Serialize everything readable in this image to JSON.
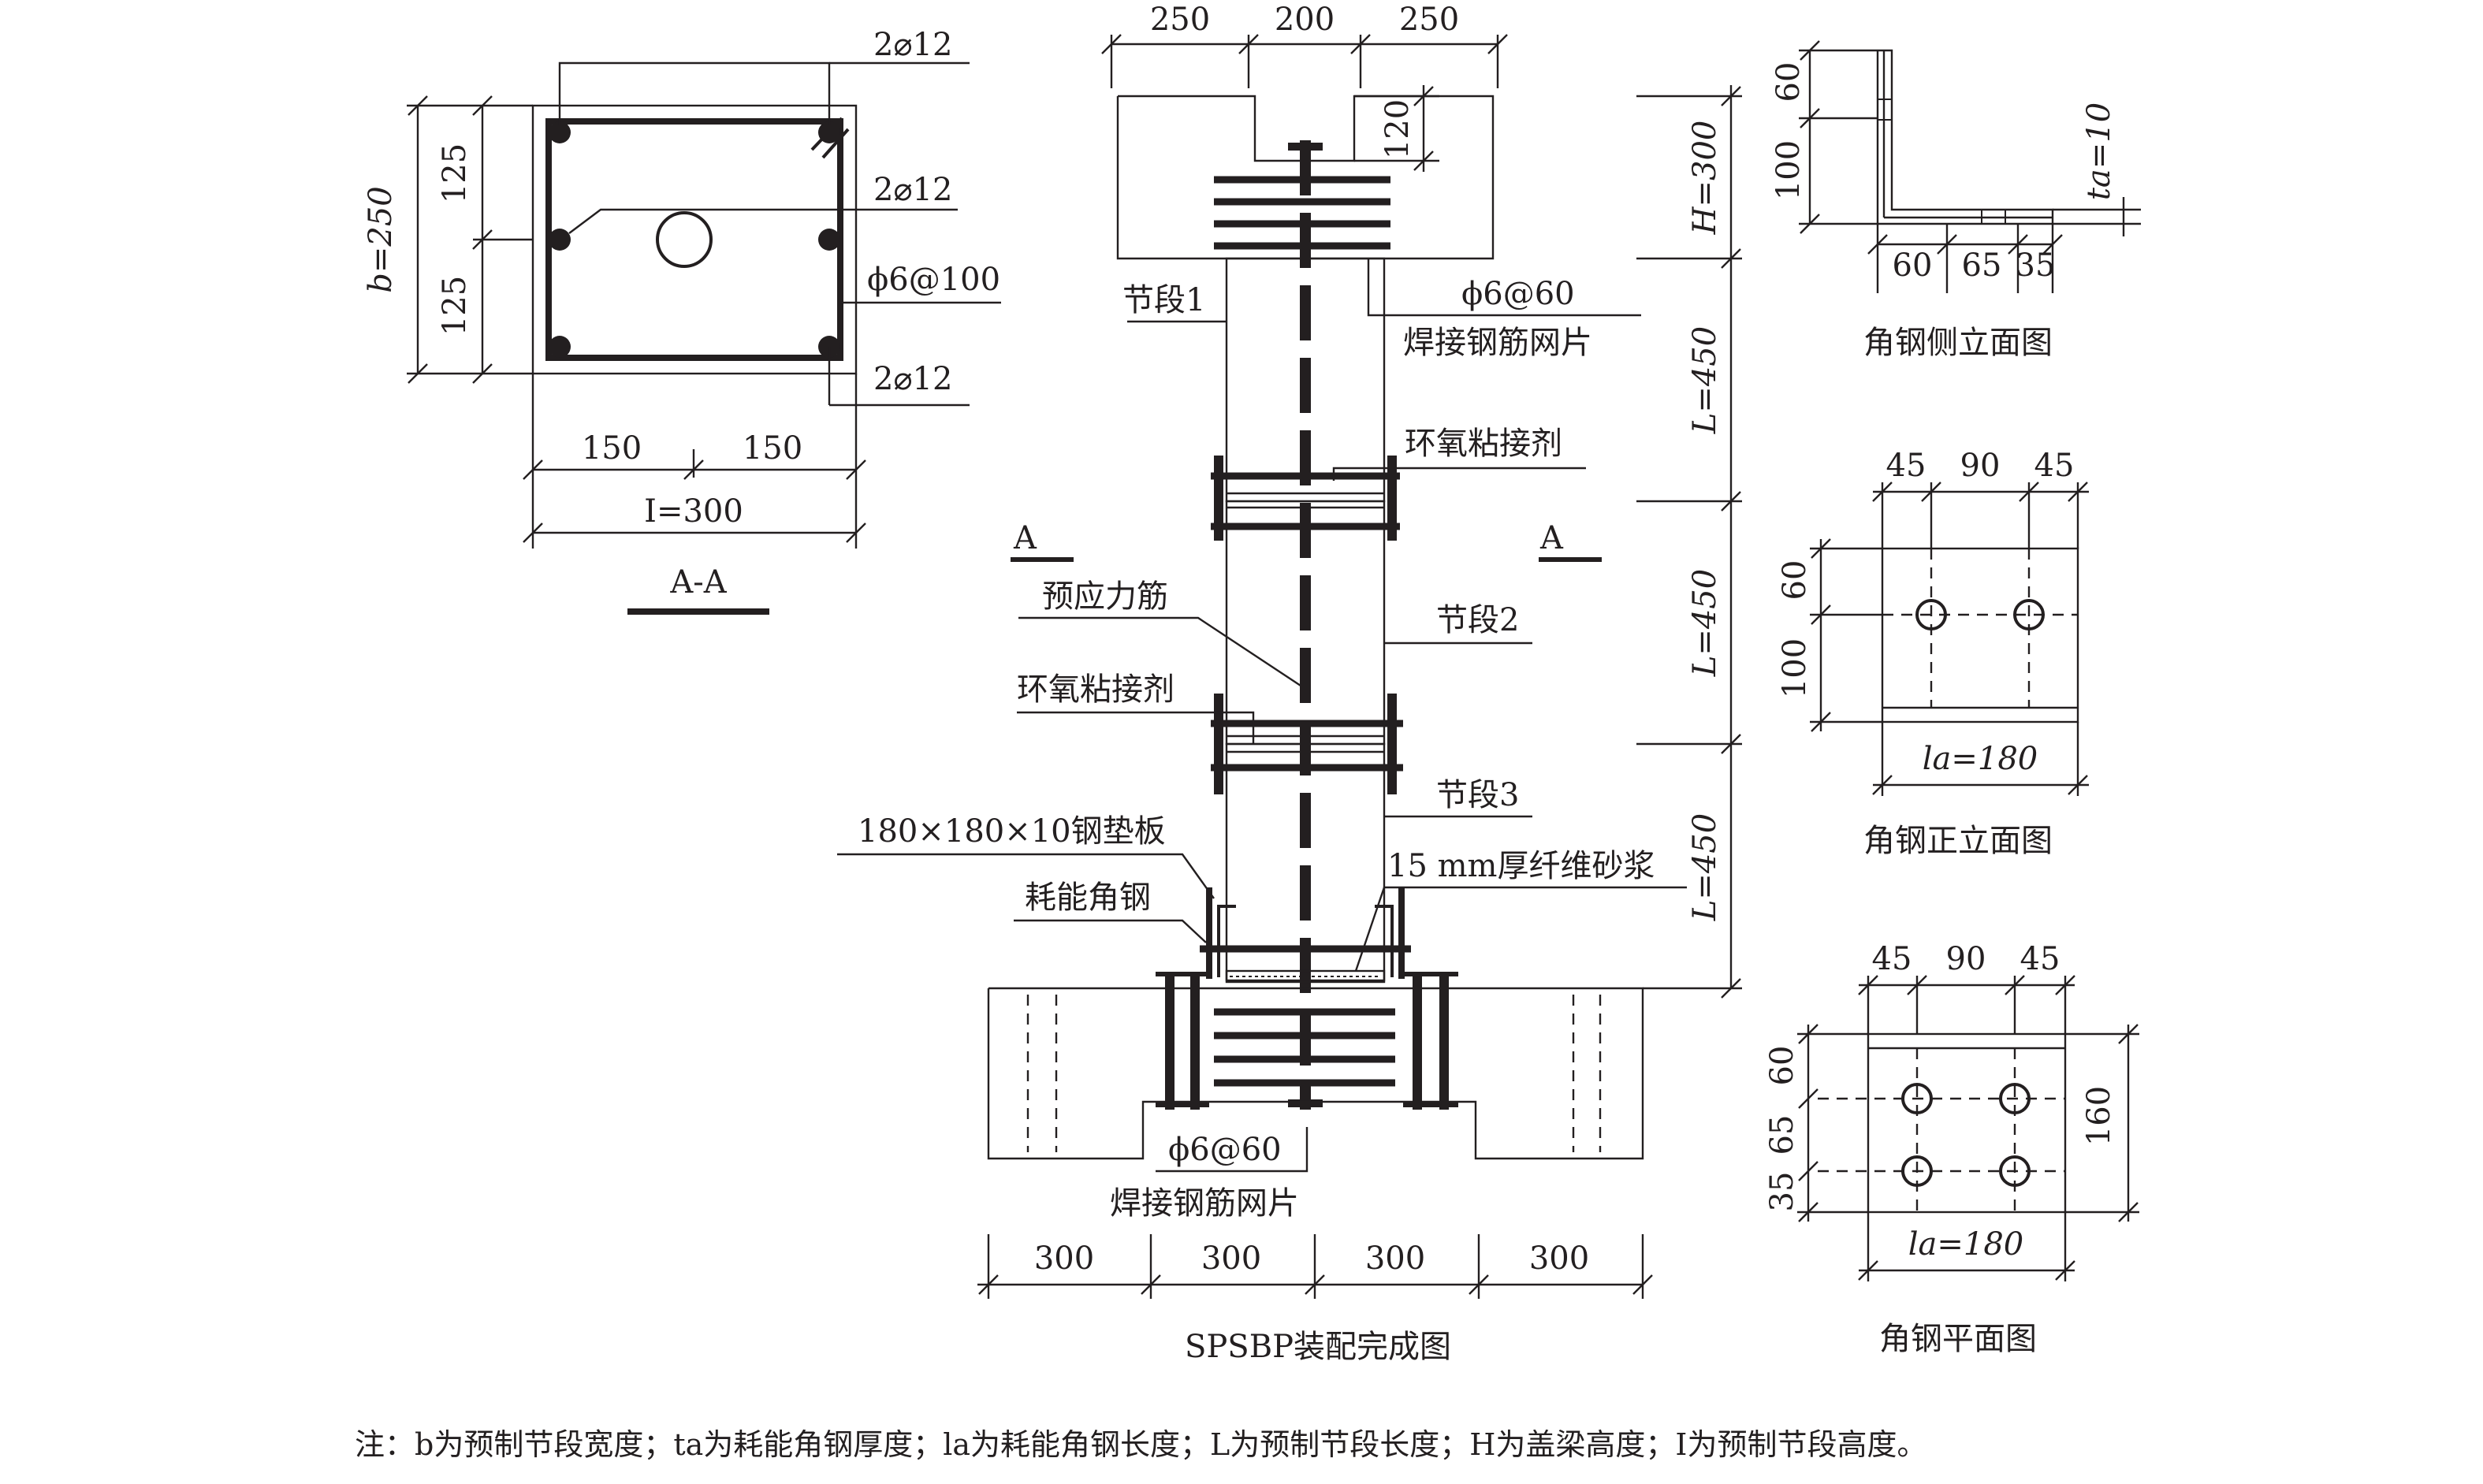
{
  "section_aa": {
    "title": "A-A",
    "dim_width_left": "150",
    "dim_width_right": "150",
    "dim_total_width": "I=300",
    "dim_height_top": "125",
    "dim_height_bottom": "125",
    "dim_total_height": "b=250",
    "label_top_bars": "2⌀12",
    "label_mid_bars": "2⌀12",
    "label_stirrup": "ϕ6@100",
    "label_bottom_bars": "2⌀12"
  },
  "assembly": {
    "title": "SPSBP装配完成图",
    "top_dims": [
      "250",
      "200",
      "250"
    ],
    "dim_cap_notch": "120",
    "dim_H": "H=300",
    "dim_L1": "L=450",
    "dim_L2": "L=450",
    "dim_L3": "L=450",
    "bottom_dims": [
      "300",
      "300",
      "300",
      "300"
    ],
    "label_segment1": "节段1",
    "label_segment2": "节段2",
    "label_segment3": "节段3",
    "label_mesh_top_spec": "ϕ6@60",
    "label_mesh_top": "焊接钢筋网片",
    "label_epoxy_1": "环氧粘接剂",
    "label_epoxy_2": "环氧粘接剂",
    "label_tendon": "预应力筋",
    "label_section_left": "A",
    "label_section_right": "A",
    "label_plate": "180×180×10钢垫板",
    "label_angle": "耗能角钢",
    "label_mortar": "15 mm厚纤维砂浆",
    "label_mesh_bottom_spec": "ϕ6@60",
    "label_mesh_bottom": "焊接钢筋网片"
  },
  "angle_side": {
    "title": "角钢侧立面图",
    "dim_v1": "60",
    "dim_v2": "100",
    "dim_h1": "60",
    "dim_h2": "65",
    "dim_h3": "35",
    "dim_thickness": "ta=10"
  },
  "angle_front": {
    "title": "角钢正立面图",
    "dim_h1": "45",
    "dim_h2": "90",
    "dim_h3": "45",
    "dim_v1": "60",
    "dim_v2": "100",
    "dim_length": "la=180"
  },
  "angle_plan": {
    "title": "角钢平面图",
    "dim_h1": "45",
    "dim_h2": "90",
    "dim_h3": "45",
    "dim_v1": "60",
    "dim_v2": "65",
    "dim_v3": "35",
    "dim_total": "160",
    "dim_length": "la=180"
  },
  "note": "注：b为预制节段宽度；ta为耗能角钢厚度；la为耗能角钢长度；L为预制节段长度；H为盖梁高度；I为预制节段高度。"
}
